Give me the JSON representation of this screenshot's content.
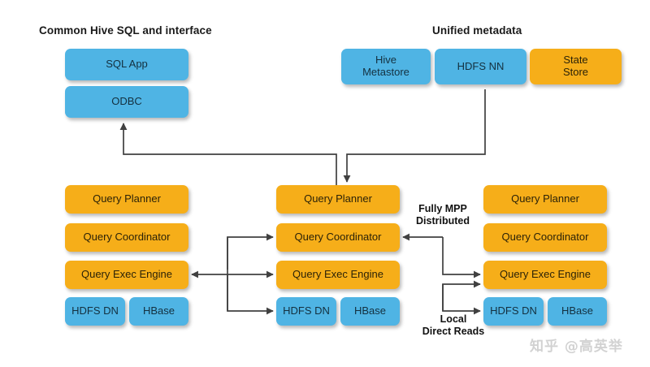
{
  "diagram": {
    "title_left": "Common Hive SQL and interface",
    "title_right": "Unified metadata",
    "watermark": "知乎 @高英举",
    "colors": {
      "orange": "#f6ae19",
      "blue": "#4fb4e4",
      "arrow": "#404040",
      "text_dark": "#1a1a1a",
      "watermark": "#d2d2d2",
      "background": "#ffffff"
    }
  },
  "client_stack": {
    "sql_app": "SQL App",
    "odbc": "ODBC"
  },
  "metadata_stack": {
    "hive_metastore": "Hive\nMetastore",
    "hdfs_nn": "HDFS NN",
    "state_store": "State\nStore"
  },
  "nodes": [
    {
      "id": "left",
      "query_planner": "Query Planner",
      "query_coordinator": "Query Coordinator",
      "query_exec_engine": "Query Exec Engine",
      "hdfs_dn": "HDFS DN",
      "hbase": "HBase"
    },
    {
      "id": "center",
      "query_planner": "Query Planner",
      "query_coordinator": "Query Coordinator",
      "query_exec_engine": "Query Exec Engine",
      "hdfs_dn": "HDFS DN",
      "hbase": "HBase"
    },
    {
      "id": "right",
      "query_planner": "Query Planner",
      "query_coordinator": "Query Coordinator",
      "query_exec_engine": "Query Exec Engine",
      "hdfs_dn": "HDFS DN",
      "hbase": "HBase"
    }
  ],
  "annotations": {
    "fully_mpp": "Fully MPP\nDistributed",
    "local_reads": "Local\nDirect Reads"
  }
}
